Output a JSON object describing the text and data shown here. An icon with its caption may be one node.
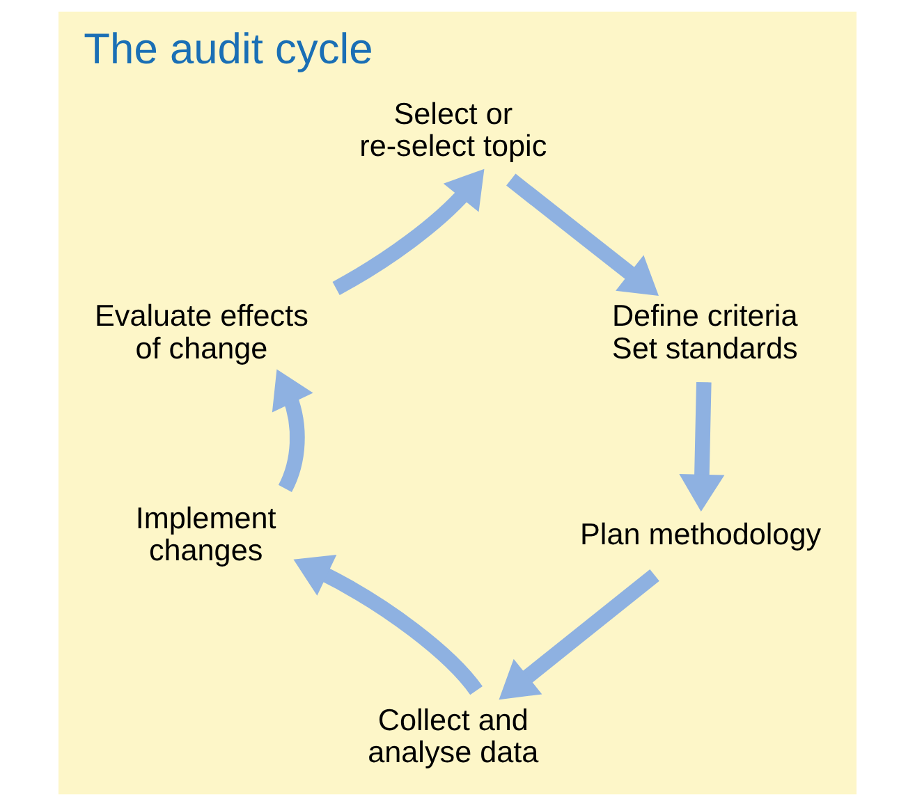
{
  "diagram": {
    "title": "The audit cycle",
    "nodes": [
      {
        "text": [
          "Select or re-select topic"
        ]
      },
      {
        "text": [
          "Define criteria",
          "Set standards"
        ]
      },
      {
        "text": [
          "Plan methodology"
        ]
      },
      {
        "text": [
          "Collect and analyse data"
        ]
      },
      {
        "text": [
          "Implement changes"
        ]
      },
      {
        "text": [
          "Evaluate effects of change"
        ]
      }
    ],
    "edges": [
      {
        "from": 0,
        "to": 1,
        "arrow": "to"
      },
      {
        "from": 1,
        "to": 2,
        "arrow": "to"
      },
      {
        "from": 2,
        "to": 3,
        "arrow": "to"
      },
      {
        "from": 3,
        "to": 4,
        "arrow": "to"
      },
      {
        "from": 4,
        "to": 5,
        "arrow": "to"
      },
      {
        "from": 5,
        "to": 0,
        "arrow": "to"
      }
    ]
  }
}
